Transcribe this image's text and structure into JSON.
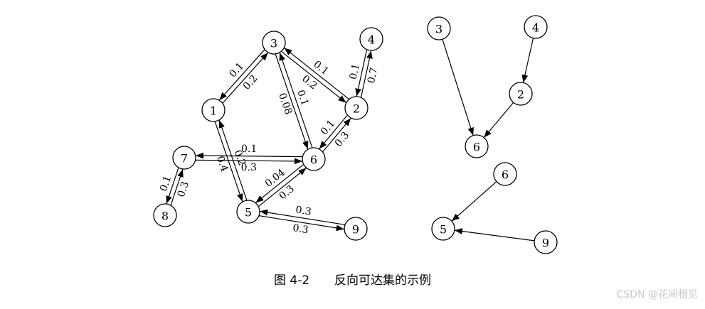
{
  "colors": {
    "stroke": "#000000",
    "background": "#ffffff",
    "watermark": "#c8c8c8"
  },
  "caption": {
    "number": "图 4-2",
    "text": "反向可达集的示例"
  },
  "watermark": "CSDN @花间相见",
  "graph_main": {
    "nodes": [
      "1",
      "2",
      "3",
      "4",
      "5",
      "6",
      "7",
      "8",
      "9"
    ],
    "edges": [
      {
        "from": "1",
        "to": "3",
        "label": "0.2"
      },
      {
        "from": "3",
        "to": "1",
        "label": "0.1"
      },
      {
        "from": "3",
        "to": "2",
        "label": "0.2"
      },
      {
        "from": "2",
        "to": "3",
        "label": "0.1"
      },
      {
        "from": "2",
        "to": "4",
        "label": "0.7"
      },
      {
        "from": "4",
        "to": "2",
        "label": "0.1"
      },
      {
        "from": "3",
        "to": "6",
        "label": "0.08"
      },
      {
        "from": "6",
        "to": "3",
        "label": "0.1"
      },
      {
        "from": "6",
        "to": "2",
        "label": "0.3"
      },
      {
        "from": "2",
        "to": "6",
        "label": "0.1"
      },
      {
        "from": "1",
        "to": "5",
        "label": "0.4"
      },
      {
        "from": "5",
        "to": "1",
        "label": "0.2"
      },
      {
        "from": "7",
        "to": "6",
        "label": "0.3"
      },
      {
        "from": "6",
        "to": "7",
        "label": "0.1"
      },
      {
        "from": "7",
        "to": "8",
        "label": "0.1"
      },
      {
        "from": "8",
        "to": "7",
        "label": "0.3"
      },
      {
        "from": "5",
        "to": "6",
        "label": "0.3"
      },
      {
        "from": "6",
        "to": "5",
        "label": "0.04"
      },
      {
        "from": "5",
        "to": "9",
        "label": "0.3"
      },
      {
        "from": "9",
        "to": "5",
        "label": "0.3"
      }
    ]
  },
  "graph_reach6": {
    "nodes": [
      "3",
      "4",
      "2",
      "6"
    ],
    "edges": [
      {
        "from": "3",
        "to": "6"
      },
      {
        "from": "4",
        "to": "2"
      },
      {
        "from": "2",
        "to": "6"
      }
    ]
  },
  "graph_reach5": {
    "nodes": [
      "6",
      "5",
      "9"
    ],
    "edges": [
      {
        "from": "6",
        "to": "5"
      },
      {
        "from": "9",
        "to": "5"
      }
    ]
  }
}
